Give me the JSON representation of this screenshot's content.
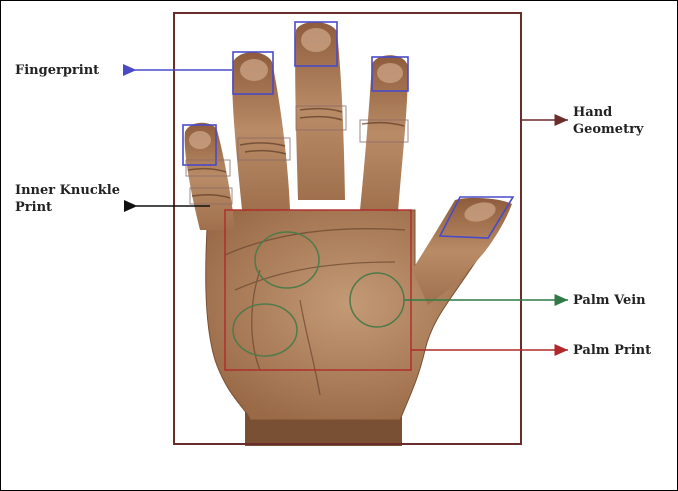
{
  "labels": {
    "fingerprint": "Fingerprint",
    "hand_geometry": "Hand\nGeometry",
    "inner_knuckle_print": "Inner Knuckle\nPrint",
    "palm_vein": "Palm Vein",
    "palm_print": "Palm Print"
  },
  "colors": {
    "hand_geometry": "#6b2c2c",
    "fingerprint": "#4a4ac9",
    "inner_knuckle_print": "#111111",
    "palm_vein": "#2f7a45",
    "palm_print": "#b02a2a",
    "skin": "#a8764f",
    "skin_dark": "#7a5035"
  },
  "icons": {
    "hand": "hand-photo"
  }
}
